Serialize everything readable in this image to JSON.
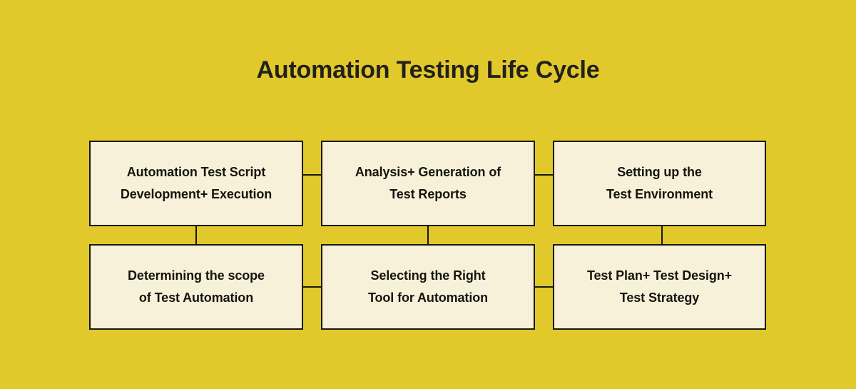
{
  "diagram": {
    "title": "Automation Testing Life Cycle",
    "type": "flowchart",
    "background_color": "#e1c92c",
    "box_fill_color": "#f7f1da",
    "box_border_color": "#19170f",
    "text_color": "#16140e",
    "stages": [
      {
        "id": "stage-1",
        "row": 1,
        "column": 1,
        "lines": [
          "Automation Test Script",
          "Development+ Execution"
        ]
      },
      {
        "id": "stage-2",
        "row": 1,
        "column": 2,
        "lines": [
          "Analysis+ Generation of",
          "Test Reports"
        ]
      },
      {
        "id": "stage-3",
        "row": 1,
        "column": 3,
        "lines": [
          "Setting up the",
          "Test Environment"
        ]
      },
      {
        "id": "stage-4",
        "row": 2,
        "column": 1,
        "lines": [
          "Determining the scope",
          "of Test Automation"
        ]
      },
      {
        "id": "stage-5",
        "row": 2,
        "column": 2,
        "lines": [
          "Selecting the Right",
          "Tool for Automation"
        ]
      },
      {
        "id": "stage-6",
        "row": 2,
        "column": 3,
        "lines": [
          "Test Plan+ Test Design+",
          "Test Strategy"
        ]
      }
    ],
    "connectors": [
      {
        "id": "link-1-2",
        "from": "stage-1",
        "to": "stage-2",
        "orientation": "horizontal"
      },
      {
        "id": "link-2-3",
        "from": "stage-2",
        "to": "stage-3",
        "orientation": "horizontal"
      },
      {
        "id": "link-4-5",
        "from": "stage-4",
        "to": "stage-5",
        "orientation": "horizontal"
      },
      {
        "id": "link-5-6",
        "from": "stage-5",
        "to": "stage-6",
        "orientation": "horizontal"
      },
      {
        "id": "link-1-4",
        "from": "stage-1",
        "to": "stage-4",
        "orientation": "vertical"
      },
      {
        "id": "link-2-5",
        "from": "stage-2",
        "to": "stage-5",
        "orientation": "vertical"
      },
      {
        "id": "link-3-6",
        "from": "stage-3",
        "to": "stage-6",
        "orientation": "vertical"
      }
    ]
  }
}
